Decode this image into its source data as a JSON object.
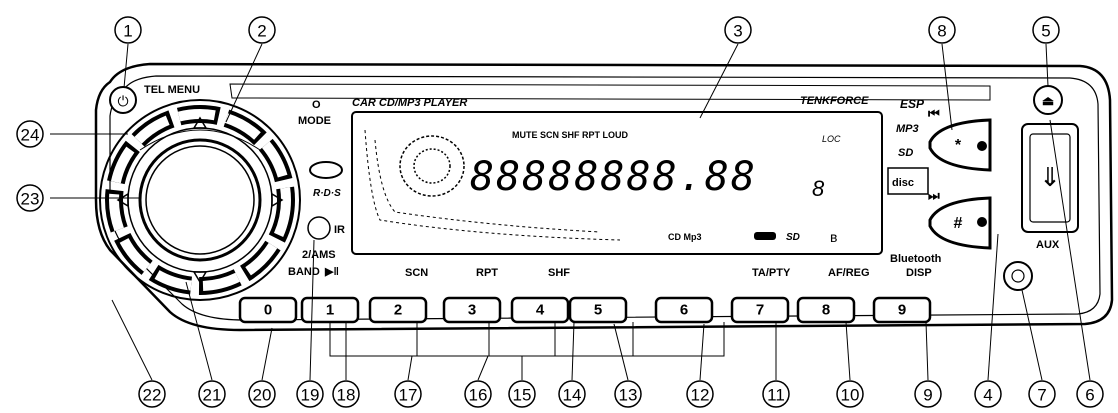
{
  "callouts": [
    "1",
    "2",
    "3",
    "4",
    "5",
    "6",
    "7",
    "8",
    "9",
    "10",
    "11",
    "12",
    "13",
    "14",
    "15",
    "16",
    "17",
    "18",
    "19",
    "20",
    "21",
    "22",
    "23",
    "24"
  ],
  "panel": {
    "tel_menu": "TEL MENU",
    "mode": "MODE",
    "mode_symbol": "O",
    "product": "CAR CD/MP3 PLAYER",
    "brand": "TENKFORCE",
    "rds": "R·D·S",
    "ams": "2/AMS",
    "band": "BAND",
    "esp": "ESP",
    "aux": "AUX",
    "bluetooth": "Bluetooth"
  },
  "display": {
    "indicators": "MUTE SCN SHF RPT LOUD",
    "loc": "LOC",
    "segments": "88888888.88",
    "small_digit": "8",
    "cd_mp3": "CD Mp3"
  },
  "buttons": [
    "0",
    "1",
    "2",
    "3",
    "4",
    "5",
    "6",
    "7",
    "8",
    "9"
  ],
  "button_labels": [
    "SCN",
    "RPT",
    "SHF",
    "TA/PTY",
    "AF/REG",
    "DISP"
  ],
  "right_buttons": [
    "*",
    "#"
  ]
}
